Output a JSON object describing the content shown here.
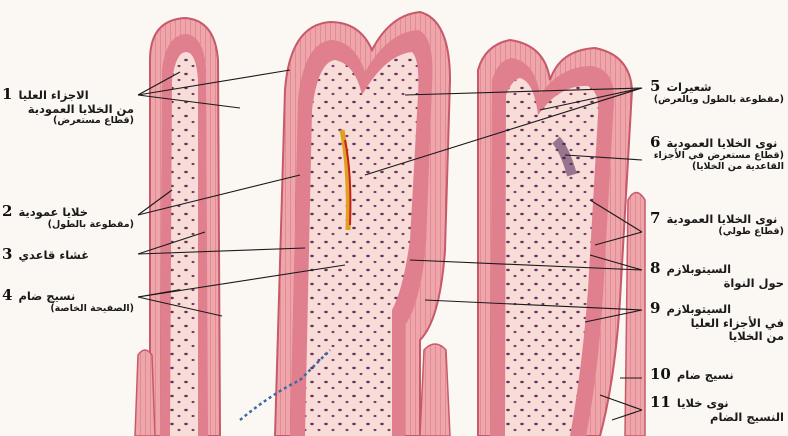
{
  "labels": [
    {
      "num": "1",
      "lines": [
        "الاجزاء العليا",
        "من الخلايا العمودية",
        "(قطاع مستعرض)"
      ]
    },
    {
      "num": "2",
      "lines": [
        "خلايا عمودية",
        "(مقطوعة بالطول)"
      ]
    },
    {
      "num": "3",
      "lines": [
        "غشاء قاعدي"
      ]
    },
    {
      "num": "4",
      "lines": [
        "نسيج ضام",
        "(الصفيحة الخاصة)"
      ]
    },
    {
      "num": "5",
      "lines": [
        "شعيرات",
        "(مقطوعة بالطول وبالعرض)"
      ]
    },
    {
      "num": "6",
      "lines": [
        "نوى الخلايا العمودية",
        "(قطاع مستعرض في الأجزاء",
        "القاعدية من الخلايا)"
      ]
    },
    {
      "num": "7",
      "lines": [
        "نوى الخلايا العمودية",
        "(قطاع طولي)"
      ]
    },
    {
      "num": "8",
      "lines": [
        "السيتوبلازم",
        "حول النواة"
      ]
    },
    {
      "num": "9",
      "lines": [
        "السيتوبلازم",
        "في الأجزاء العليا",
        "من الخلايا"
      ]
    },
    {
      "num": "10",
      "lines": [
        "نسيج ضام"
      ]
    },
    {
      "num": "11",
      "lines": [
        "نوى خلايا",
        "النسيج الضام"
      ]
    }
  ],
  "colors": {
    "epithelium": "#e89aa0",
    "epithelium_edge": "#c75a6a",
    "connective": "#f6d8d4",
    "nuclei": "#5a2a5c",
    "capillary": "#e0a020",
    "leader": "#1a1a1a"
  }
}
